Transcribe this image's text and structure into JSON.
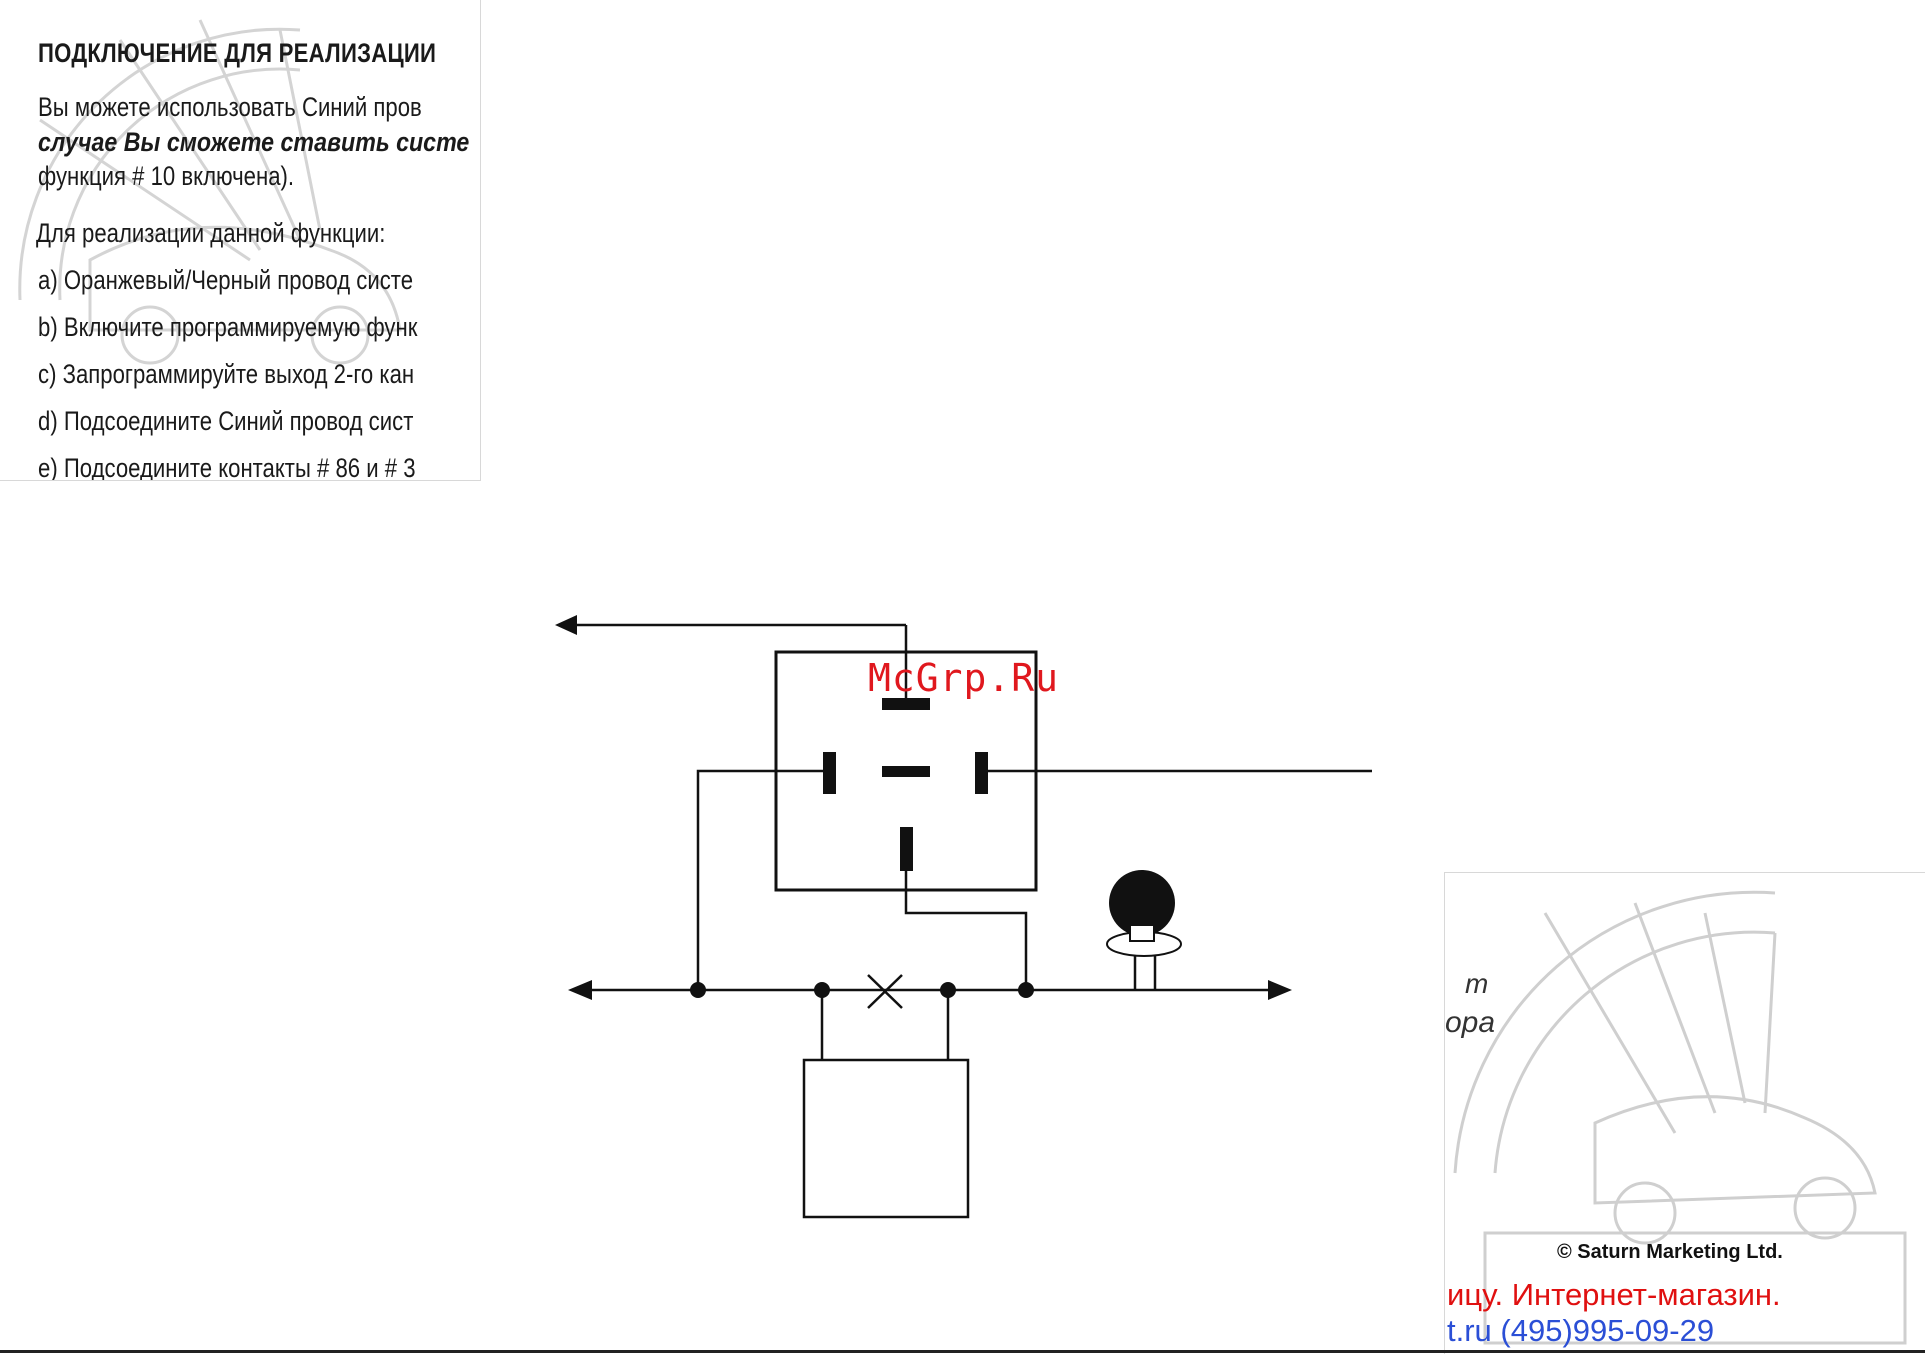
{
  "text_block": {
    "heading": "ПОДКЛЮЧЕНИЕ ДЛЯ РЕАЛИЗАЦИИ",
    "para_line1": "Вы можете использовать Синий пров",
    "para_line2": "случае Вы сможете ставить систе",
    "para_line3": "функция # 10 включена).",
    "intro": "Для реализации данной функции:",
    "steps": [
      "a)  Оранжевый/Черный провод систе",
      "b)  Включите программируемую функ",
      "c)  Запрограммируйте выход 2-го кан",
      "d)  Подсоедините Синий провод сист",
      "e)  Подсоедините контакты # 86 и # 3"
    ]
  },
  "watermark_site": "McGrp.Ru",
  "bottom_right": {
    "fragment_t": "т",
    "fragment_ora": "ора",
    "copyright": "© Saturn Marketing Ltd.",
    "shop_line": "ицу. Интернет-магазин.",
    "phone_line": "t.ru  (495)995-09-29"
  },
  "colors": {
    "diagram_stroke": "#111111",
    "watermark_red": "#e0181e",
    "shop_red": "#e01010",
    "phone_blue": "#2b4fd6",
    "logo_watermark_gray": "#c8c8c8"
  }
}
